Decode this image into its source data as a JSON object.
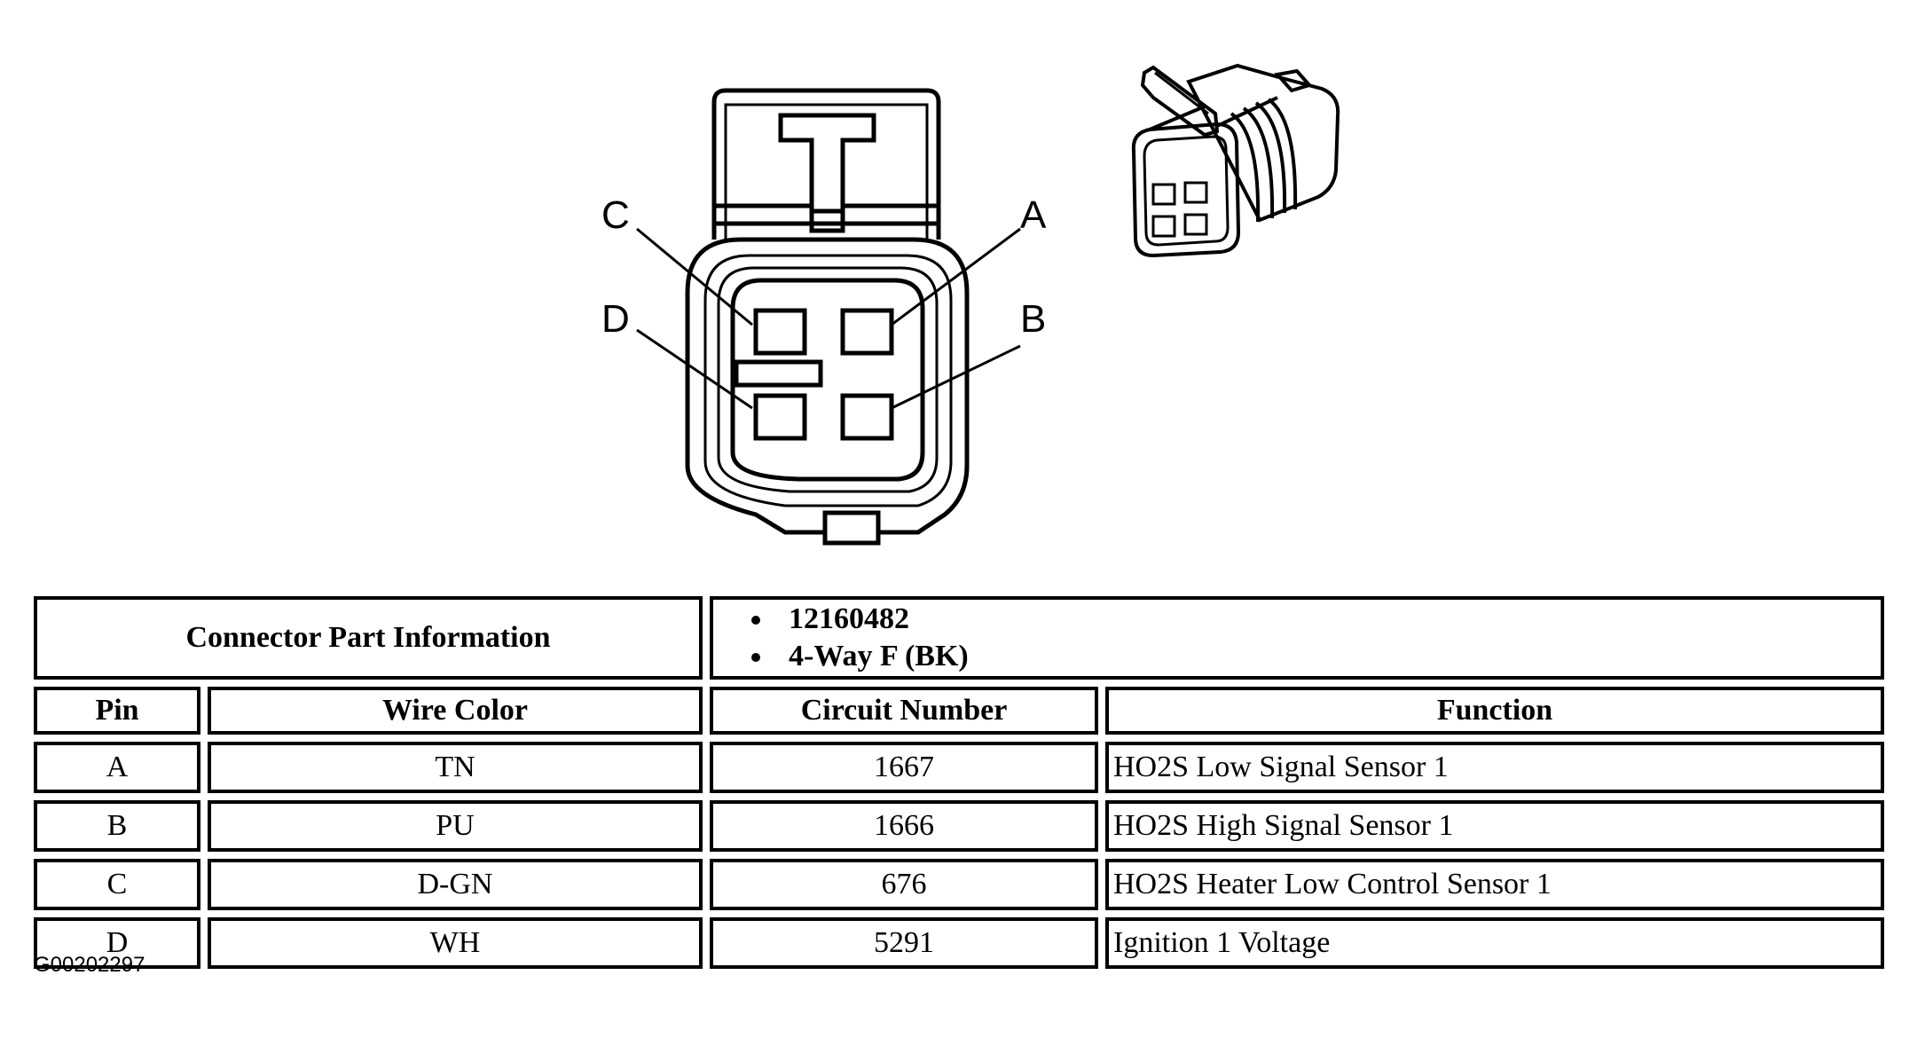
{
  "diagram": {
    "pins": [
      {
        "letter": "C"
      },
      {
        "letter": "A"
      },
      {
        "letter": "D"
      },
      {
        "letter": "B"
      }
    ]
  },
  "table": {
    "connector_label": "Connector Part Information",
    "part_info": [
      "12160482",
      "4-Way F (BK)"
    ],
    "headers": {
      "pin": "Pin",
      "wire_color": "Wire Color",
      "circuit_number": "Circuit Number",
      "function": "Function"
    },
    "rows": [
      {
        "pin": "A",
        "wire_color": "TN",
        "circuit": "1667",
        "function": "HO2S Low Signal Sensor 1"
      },
      {
        "pin": "B",
        "wire_color": "PU",
        "circuit": "1666",
        "function": "HO2S High Signal Sensor 1"
      },
      {
        "pin": "C",
        "wire_color": "D-GN",
        "circuit": "676",
        "function": "HO2S Heater Low Control Sensor 1"
      },
      {
        "pin": "D",
        "wire_color": "WH",
        "circuit": "5291",
        "function": "Ignition 1 Voltage"
      }
    ]
  },
  "figure_id": "G00202297"
}
